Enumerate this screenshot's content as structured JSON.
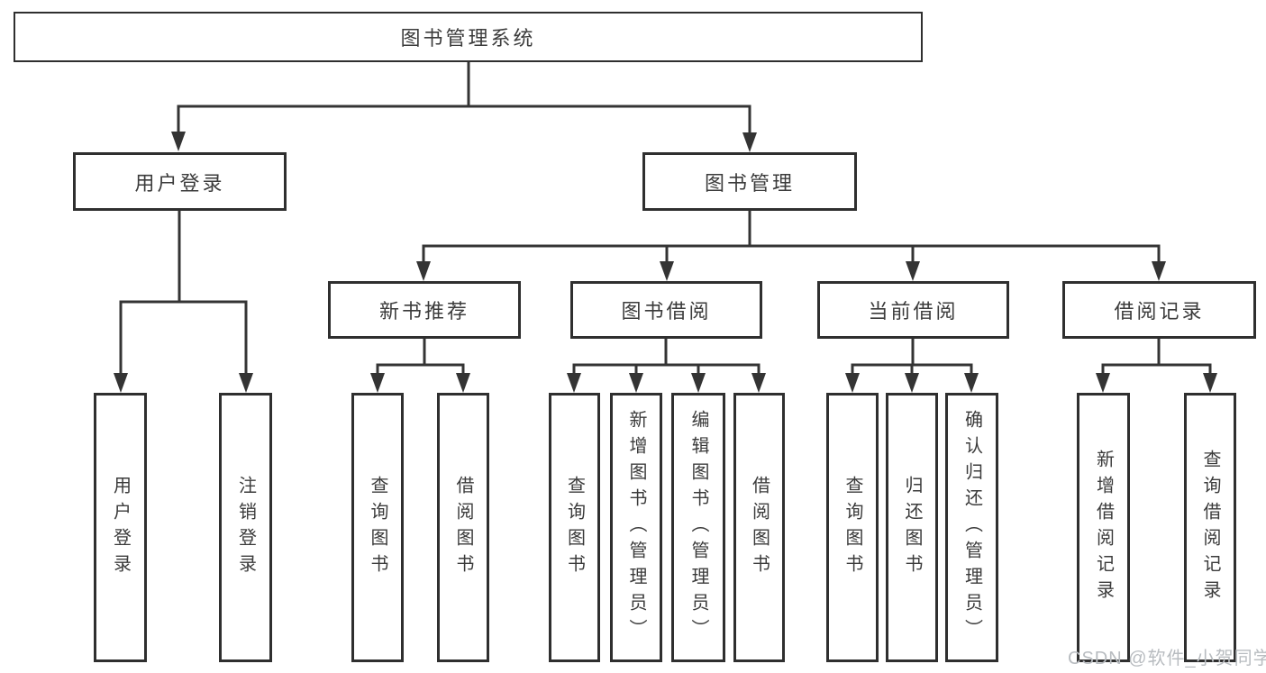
{
  "diagram": {
    "colors": {
      "line": "#343434",
      "box_border": "#2f2f2f",
      "text": "#3b3b3b",
      "background": "#ffffff",
      "watermark": "#b8bcc0"
    },
    "tree": {
      "label": "图书管理系统",
      "children": [
        {
          "label": "用户登录",
          "children": [
            {
              "label": "用户登录"
            },
            {
              "label": "注销登录"
            }
          ]
        },
        {
          "label": "图书管理",
          "children": [
            {
              "label": "新书推荐",
              "children": [
                {
                  "label": "查询图书"
                },
                {
                  "label": "借阅图书"
                }
              ]
            },
            {
              "label": "图书借阅",
              "children": [
                {
                  "label": "查询图书"
                },
                {
                  "label": "新增图书（管理员）"
                },
                {
                  "label": "编辑图书（管理员）"
                },
                {
                  "label": "借阅图书"
                }
              ]
            },
            {
              "label": "当前借阅",
              "children": [
                {
                  "label": "查询图书"
                },
                {
                  "label": "归还图书"
                },
                {
                  "label": "确认归还（管理员）"
                }
              ]
            },
            {
              "label": "借阅记录",
              "children": [
                {
                  "label": "新增借阅记录"
                },
                {
                  "label": "查询借阅记录"
                }
              ]
            }
          ]
        }
      ]
    },
    "watermark": {
      "text": "CSDN @软件_小贺同学"
    }
  }
}
